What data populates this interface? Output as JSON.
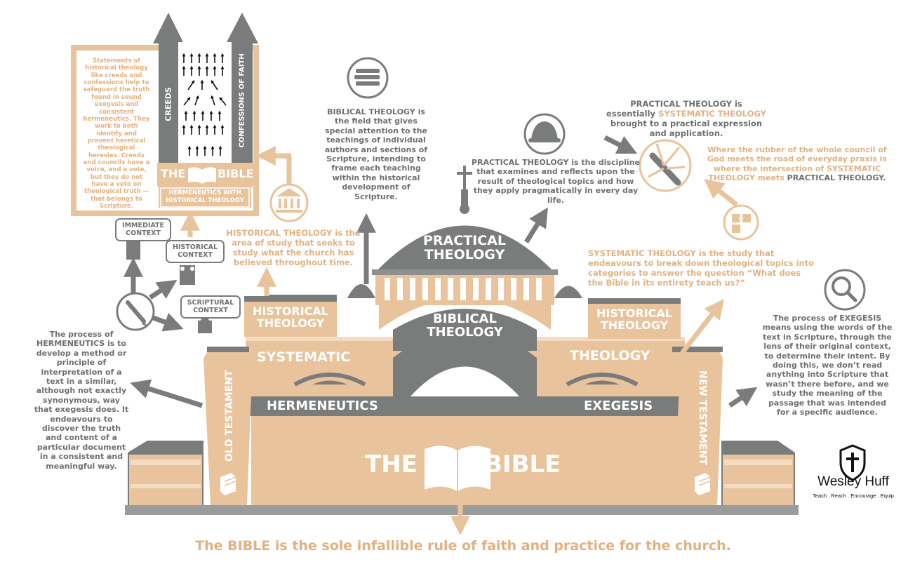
{
  "building": {
    "bible_word1": "THE",
    "bible_word2": "BIBLE",
    "old_testament": "OLD TESTAMENT",
    "new_testament": "NEW TESTAMENT",
    "hermeneutics": "HERMENEUTICS",
    "exegesis": "EXEGESIS",
    "systematic": "SYSTEMATIC",
    "theology": "THEOLOGY",
    "historical_theology_left": "HISTORICAL THEOLOGY",
    "historical_theology_right": "HISTORICAL THEOLOGY",
    "biblical_theology": "BIBLICAL THEOLOGY",
    "practical_theology": "PRACTICAL THEOLOGY"
  },
  "tower": {
    "creeds": "CREEDS",
    "confessions": "CONFESSIONS OF FAITH",
    "bible_word1": "THE",
    "bible_word2": "BIBLE",
    "hermeneutics_with": "HERMENEUTICS WITH HISTORICAL THEOLOGY",
    "note": "Statements of historical theology like creeds and confessions help to safeguard the truth found in sound exegesis and consistent hermeneutics. They work to both identify and prevent heretical theological heresies. Creeds and councils have a voice, and a vote, but they do not have a veto on theological truth — that belongs to Scripture."
  },
  "contexts": {
    "immediate": "IMMEDIATE CONTEXT",
    "historical": "HISTORICAL CONTEXT",
    "scriptural": "SCRIPTURAL CONTEXT"
  },
  "texts": {
    "hermeneutics_desc": "The process of HERMENEUTICS is to develop a method or principle of interpretation of a text in a similar, although not exactly synonymous, way that exegesis does. It endeavours to discover the truth and content of  a particular document in a consistent and meaningful way.",
    "historical_desc": "HISTORICAL THEOLOGY is the area of study that seeks to study what the church has believed throughout time.",
    "biblical_desc": "BIBLICAL THEOLOGY is the field that gives special attention to the teachings of individual authors and sections of Scripture, intending to frame each teaching within the historical development of Scripture.",
    "practical_desc": "PRACTICAL THEOLOGY is the discipline that examines and reflects upon the result of theological topics and how they apply pragmatically in every day life.",
    "practical_sys_1": "PRACTICAL THEOLOGY is essentially",
    "practical_sys_2": "SYSTEMATIC THEOLOGY",
    "practical_sys_3": "brought to a practical expression and application.",
    "rubber_1": "Where the rubber of the whole council of God meets the road of everyday praxis is where the intersection of SYSTEMATIC THEOLOGY meets",
    "rubber_2": "PRACTICAL THEOLOGY",
    "rubber_3": ".",
    "systematic_desc": "SYSTEMATIC THEOLOGY is the study that endeavours to break down theological topics into categories to answer the question “What does the Bible in its entirety teach us?”",
    "exegesis_desc": "The process of EXEGESIS means using the words of the text in Scripture, through the lens of their original context, to determine their intent. By doing this, we don’t read anything into Scripture that wasn’t there before, and we study the meaning of the passage that was intended for a specific audience.",
    "footer": "The BIBLE is the sole infallible rule of faith and practice for the church."
  },
  "brand": {
    "name": "Wesley Huff",
    "tagline": "Teach . Reach . Encourage . Equip"
  },
  "icons": [
    "books-icon",
    "helmet-icon",
    "pillar-building-icon",
    "pen-icon",
    "swiss-knife-icon",
    "puzzle-icon",
    "magnifier-icon",
    "shield-cross-icon"
  ],
  "colors": {
    "gray": "#7a7c7c",
    "tan": "#e9c39b",
    "tan_text": "#e4b17e",
    "white": "#ffffff"
  }
}
